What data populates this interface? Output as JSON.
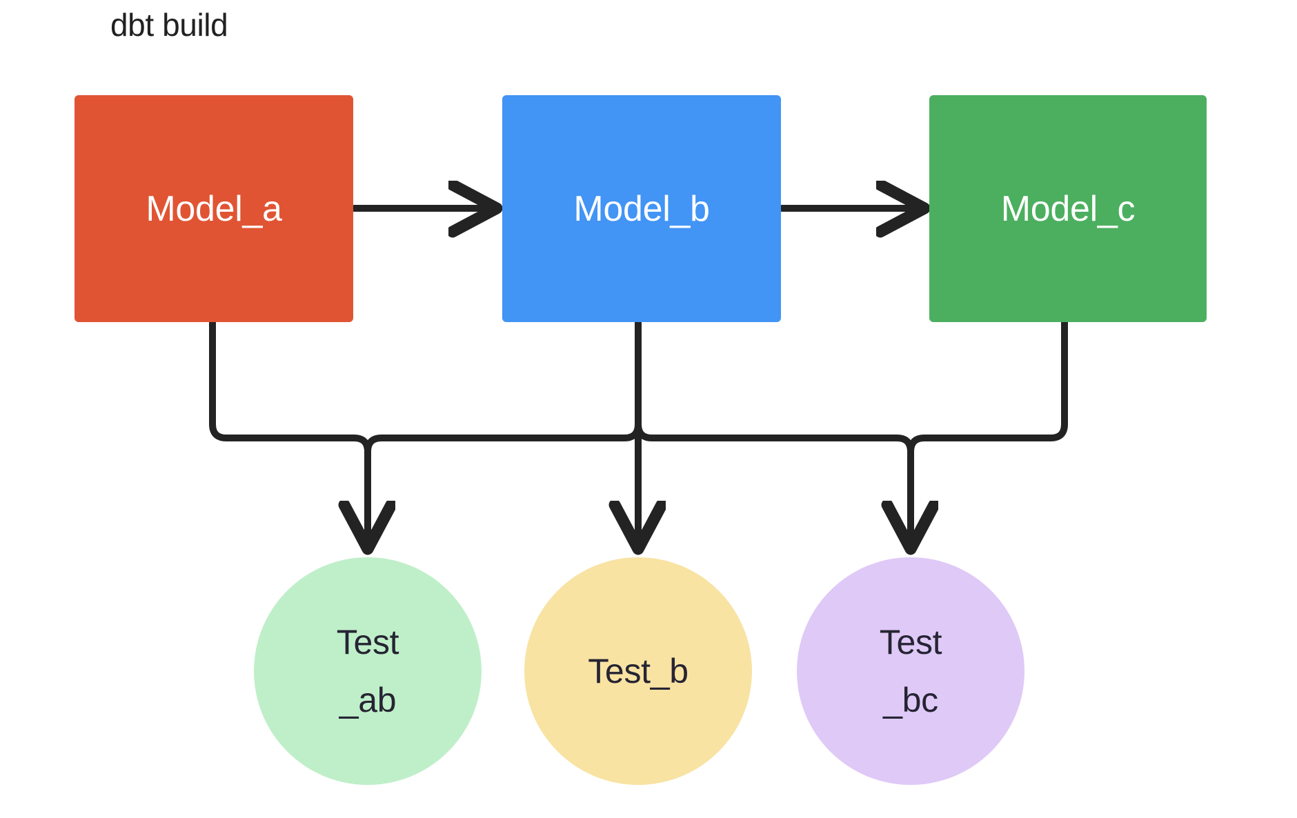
{
  "diagram": {
    "title": "dbt build",
    "type": "flow-diagram",
    "background": "#FFFFFF",
    "edge_color": "#232323"
  },
  "models": [
    {
      "id": "model_a",
      "label": "Model_a",
      "color": "#E05434",
      "text_color": "#FFFFFF",
      "shape": "rectangle"
    },
    {
      "id": "model_b",
      "label": "Model_b",
      "color": "#4294F5",
      "text_color": "#FFFFFF",
      "shape": "rectangle"
    },
    {
      "id": "model_c",
      "label": "Model_c",
      "color": "#4CAF60",
      "text_color": "#FFFFFF",
      "shape": "rectangle"
    }
  ],
  "tests": [
    {
      "id": "test_ab",
      "label_line1": "Test",
      "label_line2": "_ab",
      "color": "#BFEFC9",
      "text_color": "#262433",
      "shape": "circle"
    },
    {
      "id": "test_b",
      "label_line1": "Test_b",
      "label_line2": "",
      "color": "#F8E3A3",
      "text_color": "#262433",
      "shape": "circle"
    },
    {
      "id": "test_bc",
      "label_line1": "Test",
      "label_line2": "_bc",
      "color": "#DFC9F7",
      "text_color": "#262433",
      "shape": "circle"
    }
  ],
  "edges": [
    {
      "from": "model_a",
      "to": "model_b",
      "style": "straight-arrow"
    },
    {
      "from": "model_b",
      "to": "model_c",
      "style": "straight-arrow"
    },
    {
      "from": "model_a",
      "to": "test_ab",
      "style": "orthogonal-arrow"
    },
    {
      "from": "model_b",
      "to": "test_ab",
      "style": "orthogonal-arrow"
    },
    {
      "from": "model_b",
      "to": "test_b",
      "style": "orthogonal-arrow"
    },
    {
      "from": "model_b",
      "to": "test_bc",
      "style": "orthogonal-arrow"
    },
    {
      "from": "model_c",
      "to": "test_bc",
      "style": "orthogonal-arrow"
    }
  ]
}
